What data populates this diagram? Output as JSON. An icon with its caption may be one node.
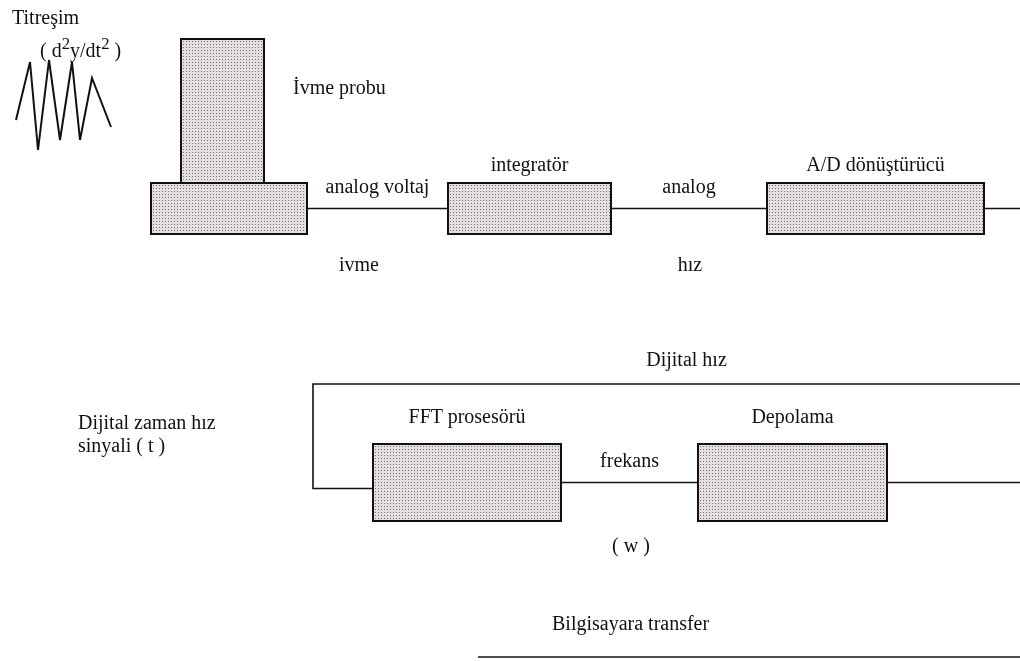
{
  "diagram": {
    "nodes": [
      {
        "text": [
          "İvme probu"
        ]
      },
      {
        "text": [],
        "shape": "box"
      },
      {
        "text": [
          "integratör"
        ]
      },
      {
        "text": [
          "A/D dönüştürücü"
        ]
      },
      {
        "text": [
          "FFT prosesörü"
        ]
      },
      {
        "text": [
          "Depolama"
        ]
      }
    ],
    "edges": [
      {
        "from": 1,
        "to": 2,
        "arrow": "none",
        "label": "analog voltaj"
      },
      {
        "from": 2,
        "to": 3,
        "arrow": "none",
        "label": "analog"
      },
      {
        "from": 3,
        "to": null,
        "arrow": "none"
      },
      {
        "from": null,
        "to": 4,
        "arrow": "none",
        "label": "Dijital hız"
      },
      {
        "from": 4,
        "to": 5,
        "arrow": "none",
        "label": "frekans"
      },
      {
        "from": 5,
        "to": null,
        "arrow": "none"
      }
    ],
    "labels": [
      "Titreşim",
      "( d$^{2}$y/dt$^{2}$ )",
      "ivme",
      "hız",
      "Dijital zaman hız sinyali ( t )",
      "( w )",
      "Bilgisayara transfer"
    ]
  }
}
